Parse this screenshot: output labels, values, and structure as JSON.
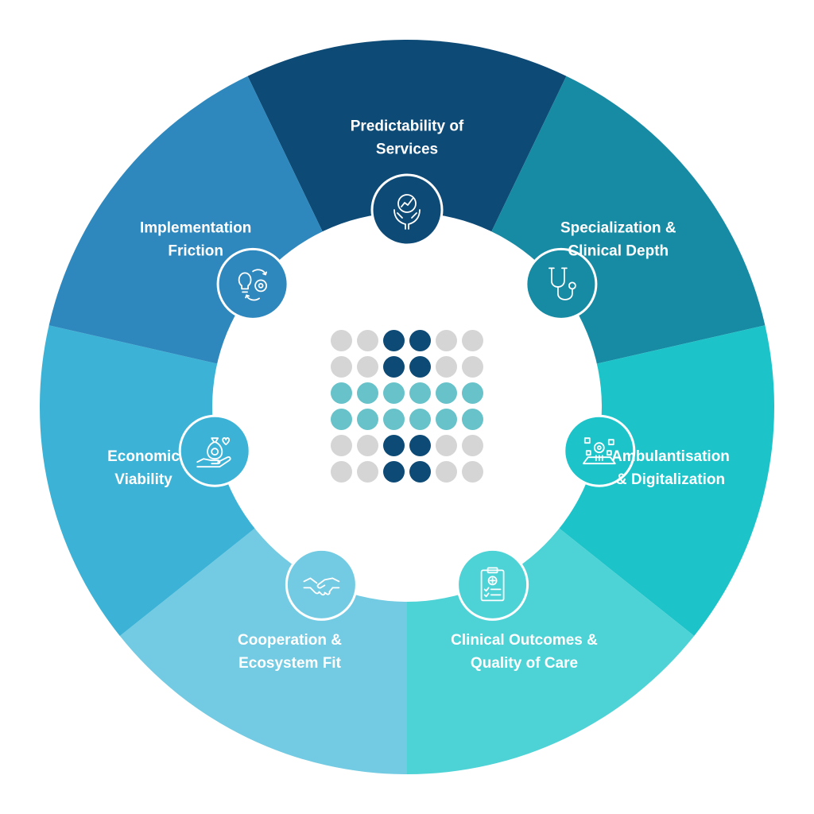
{
  "segments": [
    {
      "id": "predictability",
      "lines": [
        "Predictability of",
        "Services"
      ],
      "color": "#0d4a76",
      "icon": "hands-holding-chart-icon"
    },
    {
      "id": "specialization",
      "lines": [
        "Specialization &",
        "Clinical Depth"
      ],
      "color": "#178ba3",
      "icon": "stethoscope-icon"
    },
    {
      "id": "ambulantisation",
      "lines": [
        "Ambulantisation",
        "& Digitalization"
      ],
      "color": "#1cc4ca",
      "icon": "digital-device-gear-icon"
    },
    {
      "id": "clinical-outcomes",
      "lines": [
        "Clinical Outcomes &",
        "Quality of Care"
      ],
      "color": "#4dd2d5",
      "icon": "medical-clipboard-icon"
    },
    {
      "id": "cooperation",
      "lines": [
        "Cooperation &",
        "Ecosystem Fit"
      ],
      "color": "#72cbe2",
      "icon": "handshake-icon"
    },
    {
      "id": "economic-viability",
      "lines": [
        "Economic",
        "Viability"
      ],
      "color": "#3cb3d6",
      "icon": "hand-money-bag-icon"
    },
    {
      "id": "implementation-friction",
      "lines": [
        "Implementation",
        "Friction"
      ],
      "color": "#2e88bd",
      "icon": "lightbulb-gear-cycle-icon"
    }
  ],
  "dot_grid": {
    "rows": [
      [
        "gray",
        "gray",
        "navy",
        "navy",
        "gray",
        "gray"
      ],
      [
        "gray",
        "gray",
        "navy",
        "navy",
        "gray",
        "gray"
      ],
      [
        "teal",
        "teal",
        "teal",
        "teal",
        "teal",
        "teal"
      ],
      [
        "teal",
        "teal",
        "teal",
        "teal",
        "teal",
        "teal"
      ],
      [
        "gray",
        "gray",
        "navy",
        "navy",
        "gray",
        "gray"
      ],
      [
        "gray",
        "gray",
        "navy",
        "navy",
        "gray",
        "gray"
      ]
    ],
    "colors": {
      "gray": "#d5d5d5",
      "navy": "#0d4a76",
      "teal": "#67c3c9"
    }
  },
  "center_color": "#ffffff"
}
